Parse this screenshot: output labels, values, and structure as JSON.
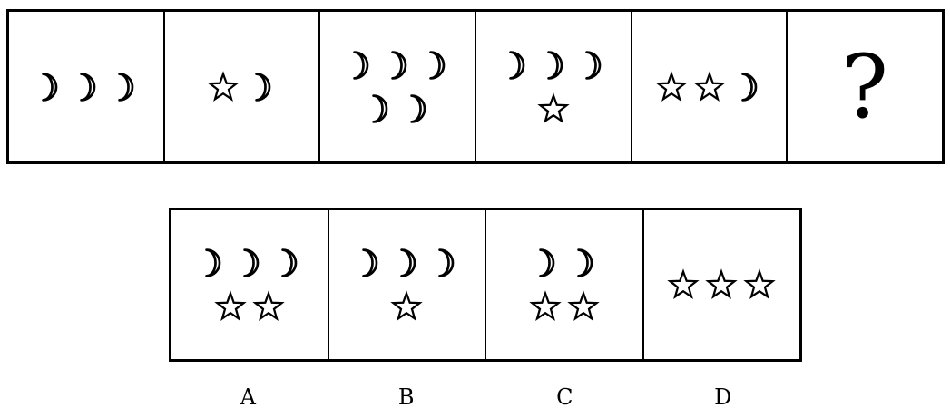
{
  "question": {
    "panels": [
      {
        "rows": [
          [
            "moon",
            "moon",
            "moon"
          ]
        ]
      },
      {
        "rows": [
          [
            "star",
            "moon"
          ]
        ]
      },
      {
        "rows": [
          [
            "moon",
            "moon",
            "moon"
          ],
          [
            "moon",
            "moon"
          ]
        ]
      },
      {
        "rows": [
          [
            "moon",
            "moon",
            "moon"
          ],
          [
            "star"
          ]
        ]
      },
      {
        "rows": [
          [
            "star",
            "star",
            "moon"
          ]
        ]
      },
      {
        "text": "?"
      }
    ]
  },
  "options": [
    {
      "label": "A",
      "rows": [
        [
          "moon",
          "moon",
          "moon"
        ],
        [
          "star",
          "star"
        ]
      ]
    },
    {
      "label": "B",
      "rows": [
        [
          "moon",
          "moon",
          "moon"
        ],
        [
          "star"
        ]
      ]
    },
    {
      "label": "C",
      "rows": [
        [
          "moon",
          "moon"
        ],
        [
          "star",
          "star"
        ]
      ]
    },
    {
      "label": "D",
      "rows": [
        [
          "star",
          "star",
          "star"
        ]
      ]
    }
  ],
  "icons": {
    "moon": "crescent-moon-icon",
    "star": "star-outline-icon"
  }
}
